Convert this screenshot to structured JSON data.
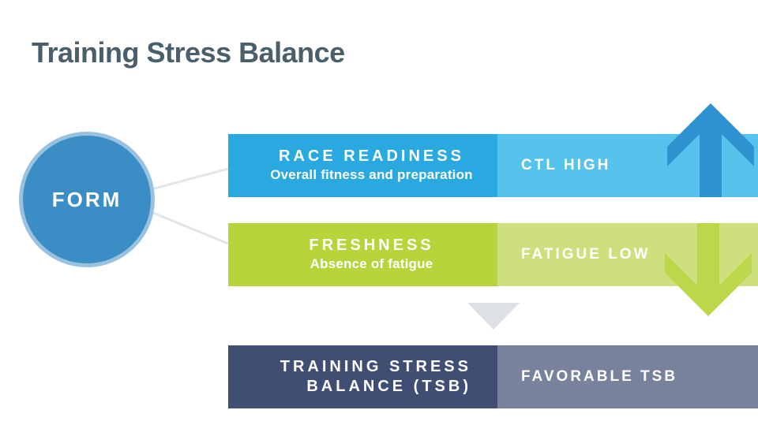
{
  "title": "Training Stress Balance",
  "form": {
    "label": "FORM"
  },
  "bars": [
    {
      "heading": "RACE READINESS",
      "subheading": "Overall fitness and preparation",
      "tag": "CTL HIGH",
      "left_color": "#29A9E0",
      "right_color": "#55C3EC",
      "arrow": "up",
      "arrow_color": "#2E93D0"
    },
    {
      "heading": "FRESHNESS",
      "subheading": "Absence of fatigue",
      "tag": "FATIGUE LOW",
      "left_color": "#B5D53B",
      "right_color": "#CEE07E",
      "arrow": "down",
      "arrow_color": "#BDD74A"
    },
    {
      "heading": "TRAINING STRESS BALANCE (TSB)",
      "subheading": "",
      "tag": "FAVORABLE TSB",
      "left_color": "#414E74",
      "right_color": "#78829D",
      "arrow": "none",
      "arrow_color": ""
    }
  ],
  "colors": {
    "background": "#FFFFFF",
    "title_text": "#4A5F6B",
    "circle_fill": "#3B8DC6",
    "circle_border": "#98C2DF",
    "connector_line": "#E2E6E9",
    "merge_triangle": "#DDE1E5",
    "bar_text": "#FFFFFF"
  }
}
